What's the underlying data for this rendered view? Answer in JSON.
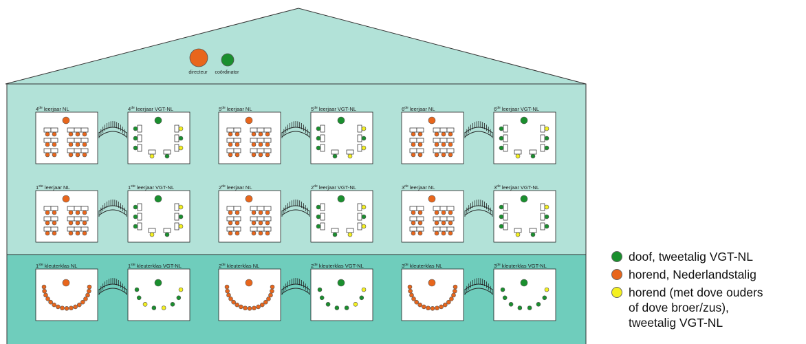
{
  "colors": {
    "building": "#b2e2d8",
    "ground_floor": "#6fcdbc",
    "deaf": "#1a8f2e",
    "hearing": "#e8661c",
    "coda": "#f4f020"
  },
  "staff": {
    "director": "directeur",
    "coordinator": "coördinator"
  },
  "rooms": {
    "r1": {
      "ord": "4",
      "sup": "de",
      "rest": " leerjaar NL"
    },
    "r2": {
      "ord": "4",
      "sup": "de",
      "rest": " leerjaar VGT-NL"
    },
    "r3": {
      "ord": "5",
      "sup": "de",
      "rest": " leerjaar NL"
    },
    "r4": {
      "ord": "5",
      "sup": "de",
      "rest": " leerjaar VGT-NL"
    },
    "r5": {
      "ord": "6",
      "sup": "de",
      "rest": " leerjaar NL"
    },
    "r6": {
      "ord": "6",
      "sup": "de",
      "rest": " leerjaar VGT-NL"
    },
    "r7": {
      "ord": "1",
      "sup": "ste",
      "rest": " leerjaar NL"
    },
    "r8": {
      "ord": "1",
      "sup": "ste",
      "rest": " leerjaar VGT-NL"
    },
    "r9": {
      "ord": "2",
      "sup": "de",
      "rest": " leerjaar NL"
    },
    "r10": {
      "ord": "2",
      "sup": "de",
      "rest": " leerjaar VGT-NL"
    },
    "r11": {
      "ord": "3",
      "sup": "de",
      "rest": " leerjaar NL"
    },
    "r12": {
      "ord": "3",
      "sup": "de",
      "rest": " leerjaar VGT-NL"
    },
    "r13": {
      "ord": "1",
      "sup": "ste",
      "rest": " kleuterklas NL"
    },
    "r14": {
      "ord": "1",
      "sup": "ste",
      "rest": " kleuterklas VGT-NL"
    },
    "r15": {
      "ord": "2",
      "sup": "de",
      "rest": " kleuterklas NL"
    },
    "r16": {
      "ord": "2",
      "sup": "de",
      "rest": " kleuterklas VGT-NL"
    },
    "r17": {
      "ord": "3",
      "sup": "de",
      "rest": " kleuterklas NL"
    },
    "r18": {
      "ord": "3",
      "sup": "de",
      "rest": " kleuterklas VGT-NL"
    }
  },
  "legend": {
    "items": [
      {
        "label": "doof, tweetalig VGT-NL",
        "color": "#1a8f2e"
      },
      {
        "label": "horend, Nederlandstalig",
        "color": "#e8661c"
      },
      {
        "label": "horend (met dove ouders\nof dove broer/zus),\ntweetalig VGT-NL",
        "color": "#f4f020"
      }
    ]
  }
}
